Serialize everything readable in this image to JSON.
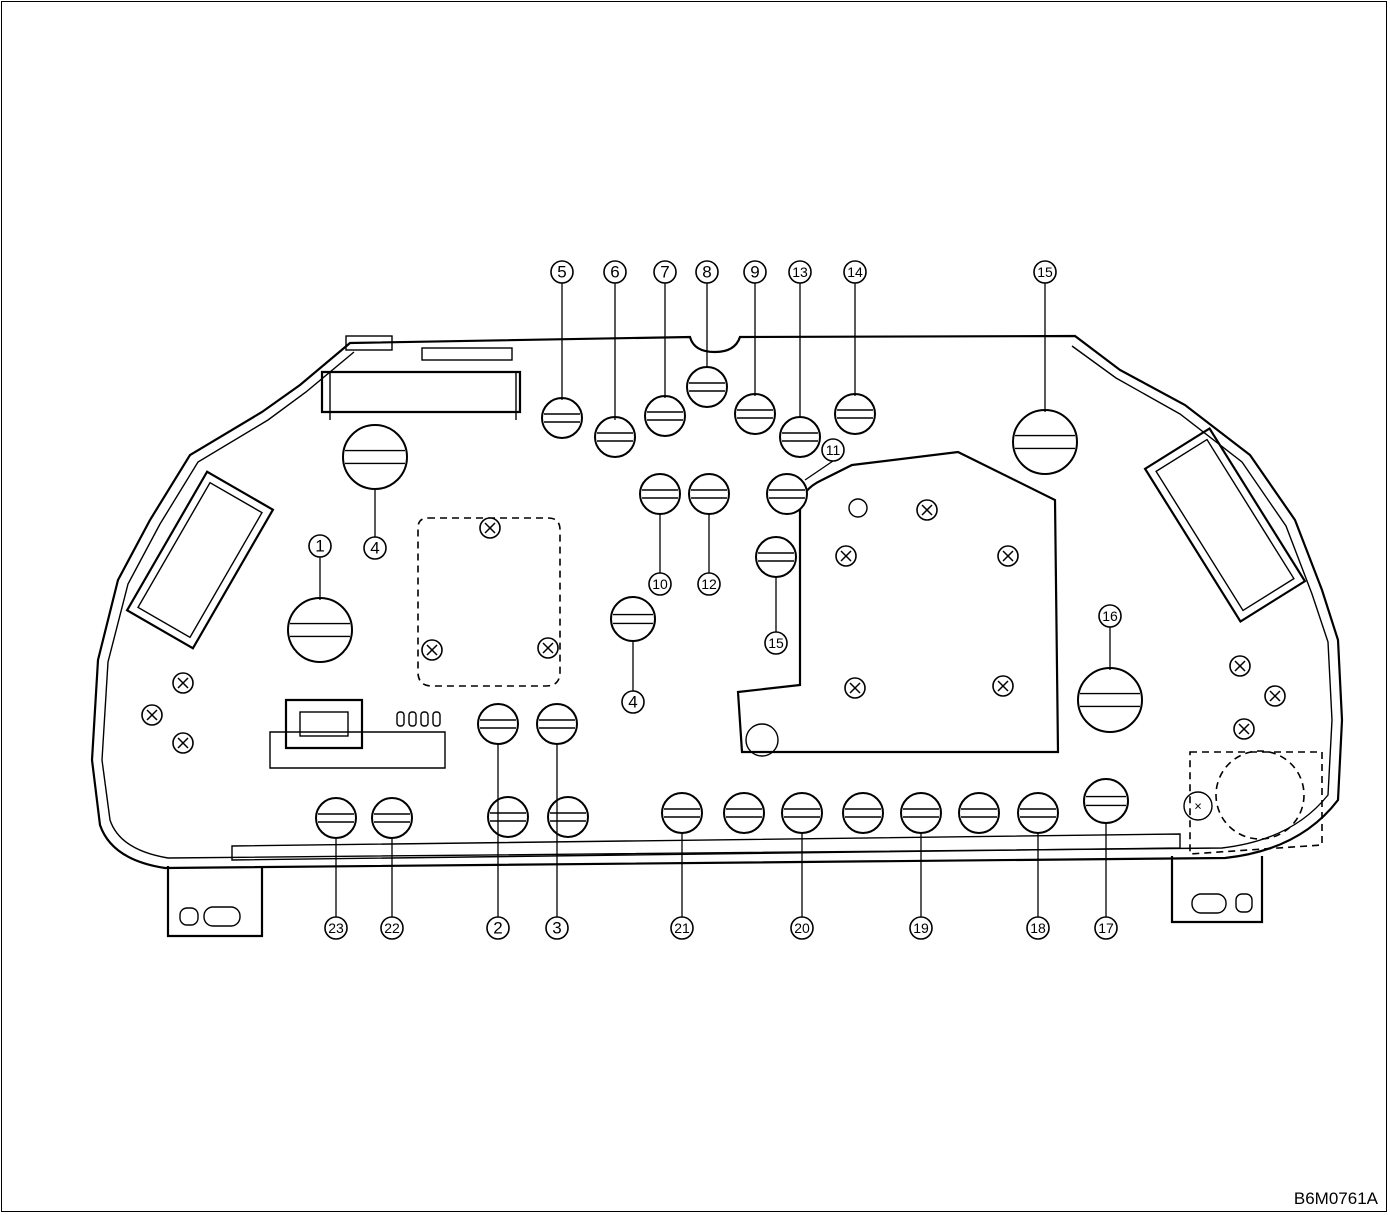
{
  "diagram_code": "B6M0761A",
  "callouts": [
    {
      "id": "c5",
      "label": "5"
    },
    {
      "id": "c6",
      "label": "6"
    },
    {
      "id": "c7",
      "label": "7"
    },
    {
      "id": "c8",
      "label": "8"
    },
    {
      "id": "c9",
      "label": "9"
    },
    {
      "id": "c13",
      "label": "13"
    },
    {
      "id": "c14",
      "label": "14"
    },
    {
      "id": "c15a",
      "label": "15"
    },
    {
      "id": "c11",
      "label": "11"
    },
    {
      "id": "c10",
      "label": "10"
    },
    {
      "id": "c12",
      "label": "12"
    },
    {
      "id": "c15b",
      "label": "15"
    },
    {
      "id": "c4a",
      "label": "4"
    },
    {
      "id": "c1",
      "label": "1"
    },
    {
      "id": "c4b",
      "label": "4"
    },
    {
      "id": "c16",
      "label": "16"
    },
    {
      "id": "c23",
      "label": "23"
    },
    {
      "id": "c22",
      "label": "22"
    },
    {
      "id": "c2",
      "label": "2"
    },
    {
      "id": "c3",
      "label": "3"
    },
    {
      "id": "c21",
      "label": "21"
    },
    {
      "id": "c20",
      "label": "20"
    },
    {
      "id": "c19",
      "label": "19"
    },
    {
      "id": "c18",
      "label": "18"
    },
    {
      "id": "c17",
      "label": "17"
    }
  ]
}
